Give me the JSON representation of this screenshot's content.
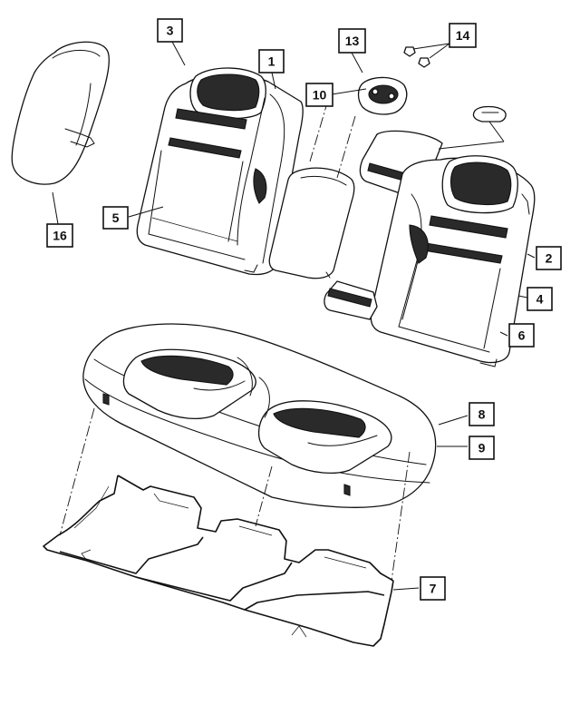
{
  "callouts": [
    {
      "id": "c1",
      "label": "1"
    },
    {
      "id": "c2",
      "label": "2"
    },
    {
      "id": "c3",
      "label": "3"
    },
    {
      "id": "c4",
      "label": "4"
    },
    {
      "id": "c5",
      "label": "5"
    },
    {
      "id": "c6",
      "label": "6"
    },
    {
      "id": "c7",
      "label": "7"
    },
    {
      "id": "c8",
      "label": "8"
    },
    {
      "id": "c9",
      "label": "9"
    },
    {
      "id": "c10",
      "label": "10"
    },
    {
      "id": "c13",
      "label": "13"
    },
    {
      "id": "c14",
      "label": "14"
    },
    {
      "id": "c16",
      "label": "16"
    }
  ]
}
